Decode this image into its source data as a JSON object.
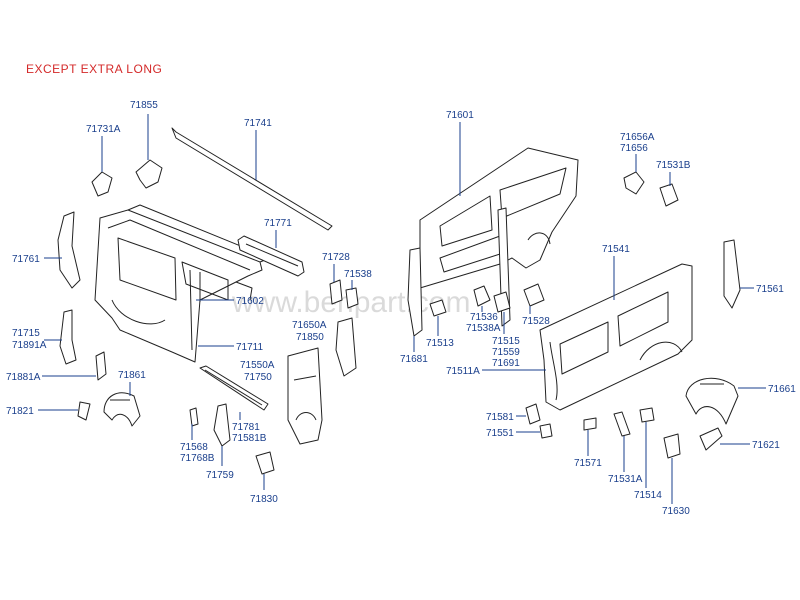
{
  "diagram": {
    "title": "EXCEPT EXTRA LONG",
    "watermark": "www.benpart.com",
    "colors": {
      "title": "#d42a2a",
      "labels": "#1a3f8c",
      "lines": "#222222"
    },
    "parts": [
      {
        "id": "p71855",
        "label": "71855"
      },
      {
        "id": "p71731A",
        "label": "71731A"
      },
      {
        "id": "p71741",
        "label": "71741"
      },
      {
        "id": "p71761",
        "label": "71761"
      },
      {
        "id": "p71771",
        "label": "71771"
      },
      {
        "id": "p71602",
        "label": "71602"
      },
      {
        "id": "p71715",
        "label": "71715"
      },
      {
        "id": "p71891A",
        "label": "71891A"
      },
      {
        "id": "p71711",
        "label": "71711"
      },
      {
        "id": "p71728",
        "label": "71728"
      },
      {
        "id": "p71538a",
        "label": "71538"
      },
      {
        "id": "p71650A",
        "label": "71650A"
      },
      {
        "id": "p71850",
        "label": "71850"
      },
      {
        "id": "p71881A",
        "label": "71881A"
      },
      {
        "id": "p71861",
        "label": "71861"
      },
      {
        "id": "p71550A",
        "label": "71550A"
      },
      {
        "id": "p71750",
        "label": "71750"
      },
      {
        "id": "p71821",
        "label": "71821"
      },
      {
        "id": "p71781",
        "label": "71781"
      },
      {
        "id": "p71581B",
        "label": "71581B"
      },
      {
        "id": "p71568",
        "label": "71568"
      },
      {
        "id": "p71768B",
        "label": "71768B"
      },
      {
        "id": "p71759",
        "label": "71759"
      },
      {
        "id": "p71830",
        "label": "71830"
      },
      {
        "id": "p71601",
        "label": "71601"
      },
      {
        "id": "p71656A",
        "label": "71656A"
      },
      {
        "id": "p71656",
        "label": "71656"
      },
      {
        "id": "p71531B",
        "label": "71531B"
      },
      {
        "id": "p71541",
        "label": "71541"
      },
      {
        "id": "p71561",
        "label": "71561"
      },
      {
        "id": "p71536",
        "label": "71536"
      },
      {
        "id": "p71538A",
        "label": "71538A"
      },
      {
        "id": "p71528",
        "label": "71528"
      },
      {
        "id": "p71513",
        "label": "71513"
      },
      {
        "id": "p71515",
        "label": "71515"
      },
      {
        "id": "p71559",
        "label": "71559"
      },
      {
        "id": "p71691",
        "label": "71691"
      },
      {
        "id": "p71681",
        "label": "71681"
      },
      {
        "id": "p71511A",
        "label": "71511A"
      },
      {
        "id": "p71661",
        "label": "71661"
      },
      {
        "id": "p71581",
        "label": "71581"
      },
      {
        "id": "p71551",
        "label": "71551"
      },
      {
        "id": "p71571",
        "label": "71571"
      },
      {
        "id": "p71531A",
        "label": "71531A"
      },
      {
        "id": "p71514",
        "label": "71514"
      },
      {
        "id": "p71621",
        "label": "71621"
      },
      {
        "id": "p71630",
        "label": "71630"
      }
    ]
  }
}
